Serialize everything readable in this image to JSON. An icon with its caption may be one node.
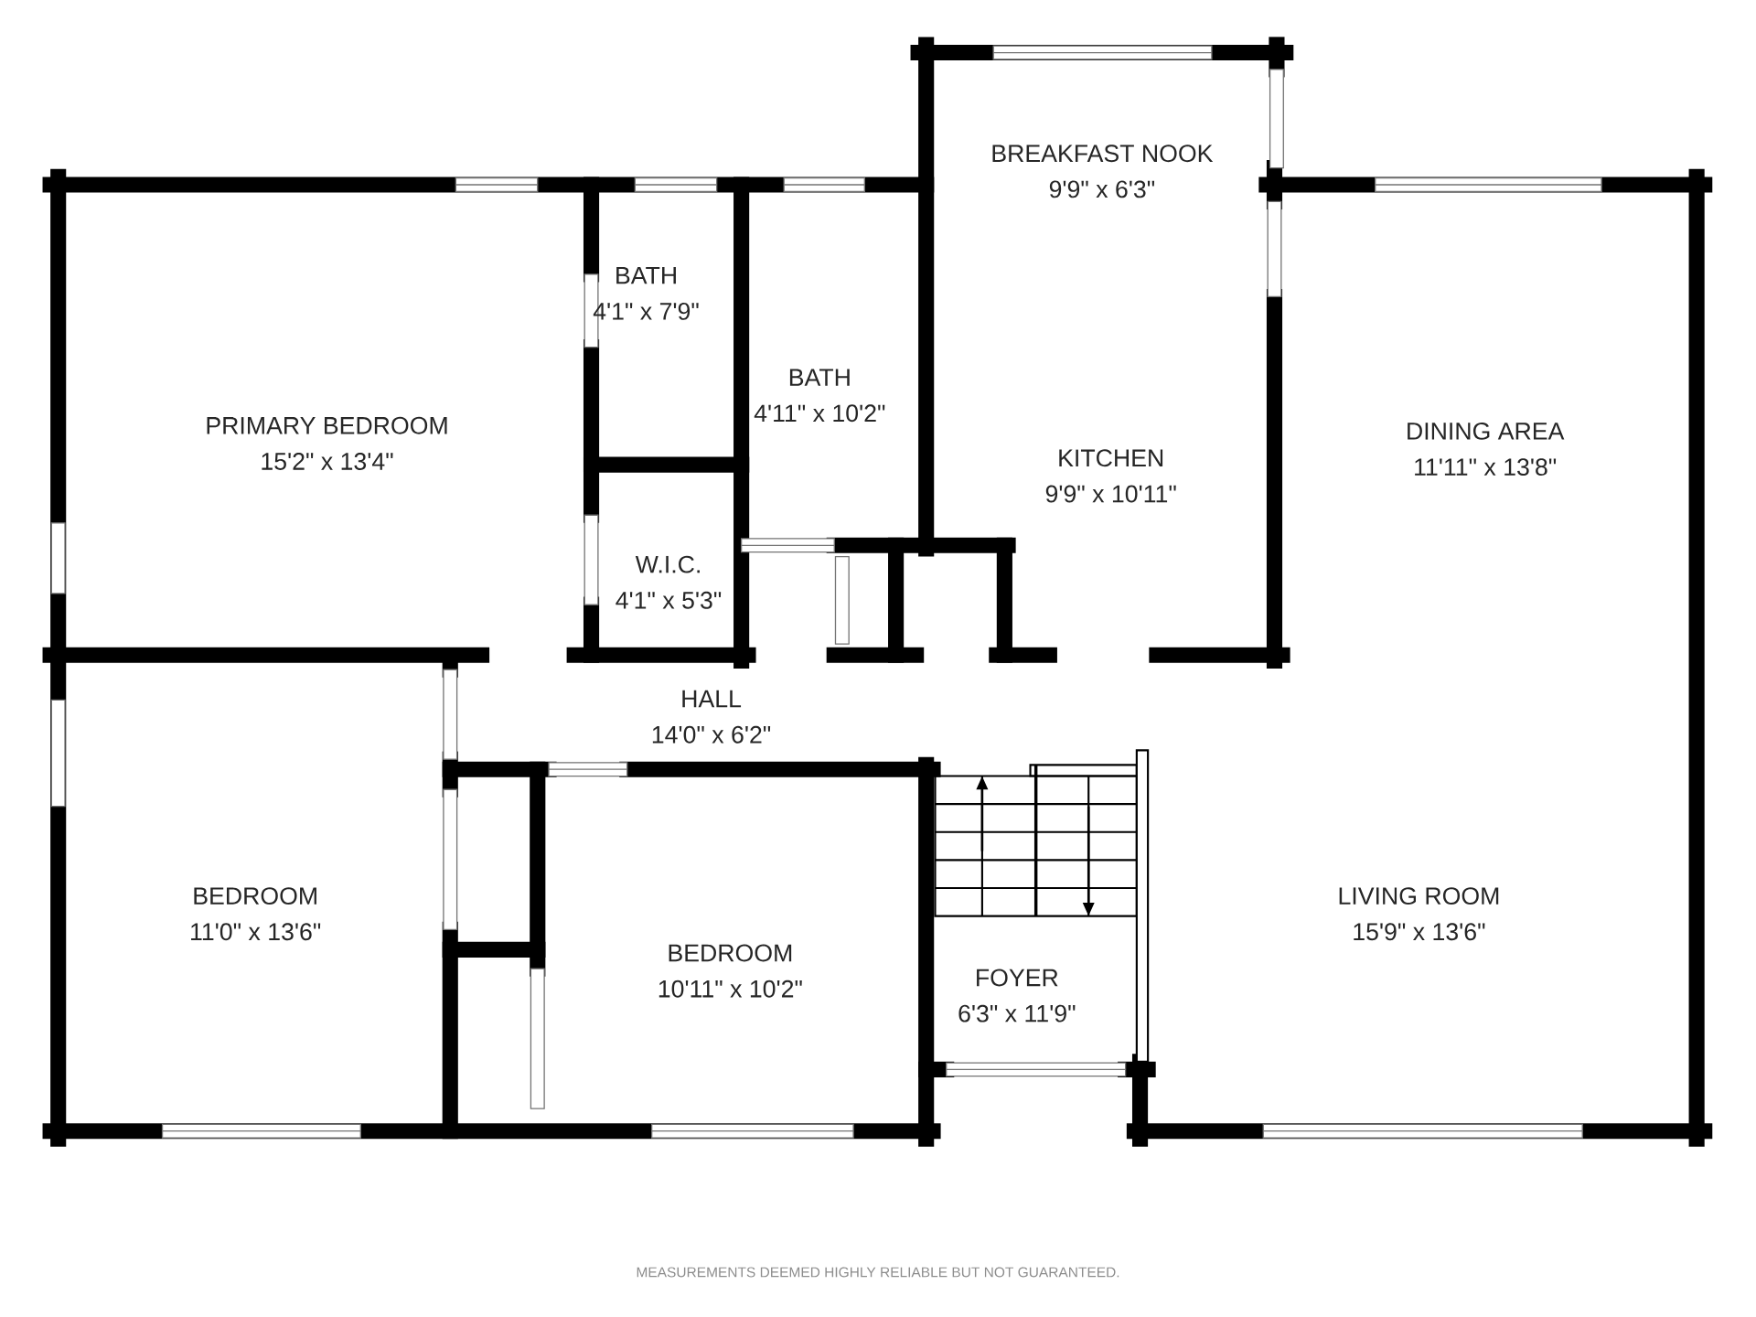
{
  "diagram": {
    "labels": [
      "BREAKFAST NOOK",
      "9'9\" x 6'3\"",
      "PRIMARY BEDROOM",
      "15'2\" x 13'4\"",
      "BATH",
      "4'1\" x 7'9\"",
      "BATH",
      "4'11\" x 10'2\"",
      "DINING AREA",
      "11'11\" x 13'8\"",
      "KITCHEN",
      "9'9\" x 10'11\"",
      "W.I.C.",
      "4'1\" x 5'3\"",
      "HALL",
      "14'0\" x 6'2\"",
      "BEDROOM",
      "11'0\" x 13'6\"",
      "LIVING ROOM",
      "15'9\" x 13'6\"",
      "BEDROOM",
      "10'11\" x 10'2\"",
      "FOYER",
      "6'3\" x 11'9\"",
      "MEASUREMENTS DEEMED HIGHLY RELIABLE BUT NOT GUARANTEED."
    ]
  }
}
